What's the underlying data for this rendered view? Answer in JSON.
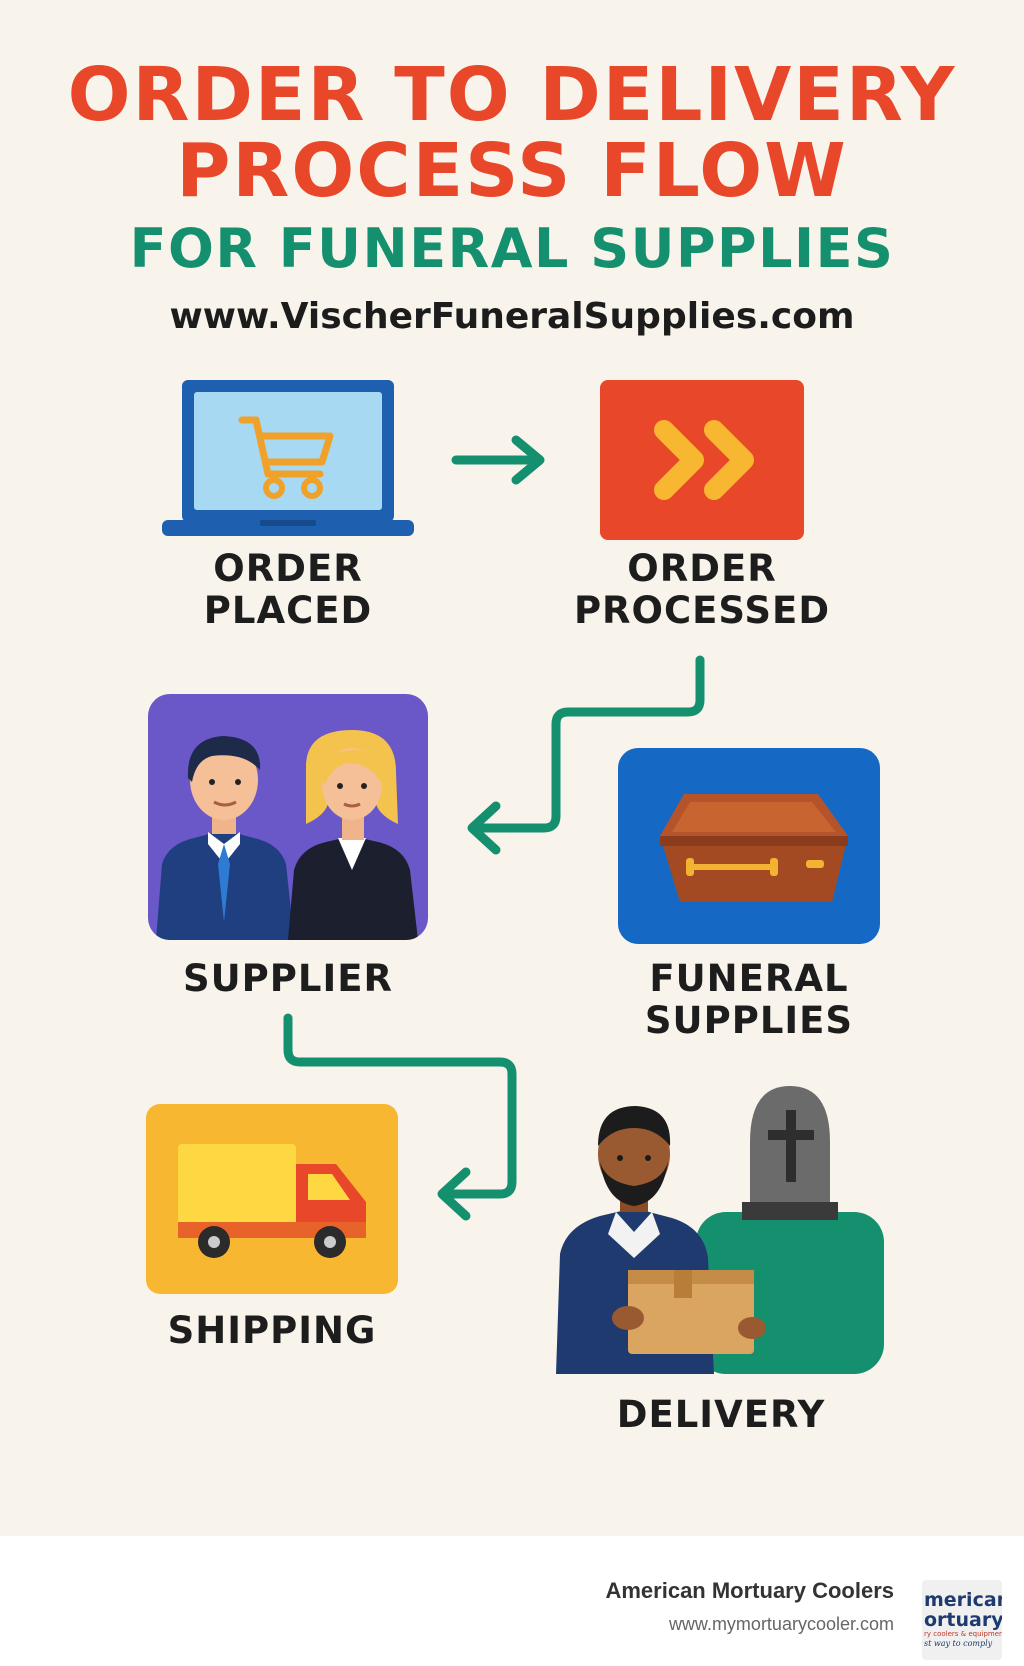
{
  "header": {
    "title_line1": "ORDER TO DELIVERY",
    "title_line2": "PROCESS FLOW",
    "subtitle": "FOR FUNERAL SUPPLIES",
    "url": "www.VischerFuneralSupplies.com"
  },
  "colors": {
    "title": "#e8472a",
    "subtitle": "#14906e",
    "arrow": "#14906e",
    "background": "#f8f4ec"
  },
  "steps": [
    {
      "label_lines": [
        "ORDER",
        "PLACED"
      ],
      "icon": "laptop-cart-icon"
    },
    {
      "label_lines": [
        "ORDER",
        "PROCESSED"
      ],
      "icon": "fast-forward-icon"
    },
    {
      "label_lines": [
        "SUPPLIER"
      ],
      "icon": "supplier-people-icon"
    },
    {
      "label_lines": [
        "FUNERAL",
        "SUPPLIES"
      ],
      "icon": "casket-icon"
    },
    {
      "label_lines": [
        "SHIPPING"
      ],
      "icon": "truck-icon"
    },
    {
      "label_lines": [
        "DELIVERY"
      ],
      "icon": "delivery-person-icon"
    }
  ],
  "footer": {
    "name": "American Mortuary Coolers",
    "url": "www.mymortuarycooler.com",
    "logo_line1": "merican",
    "logo_line2": "ortuary",
    "logo_line3": "ry coolers & equipment",
    "logo_line4": "st way to comply"
  }
}
